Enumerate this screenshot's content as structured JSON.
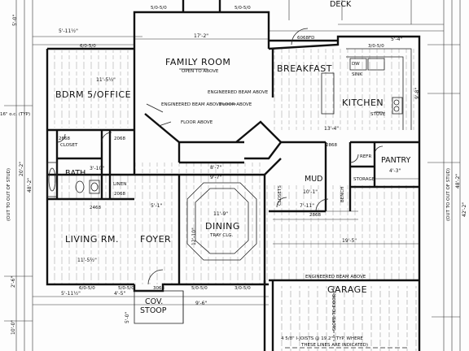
{
  "rooms": {
    "deck": "DECK",
    "family_room": "FAMILY ROOM",
    "breakfast": "BREAKFAST",
    "bdrm5_office": "BDRM 5/OFFICE",
    "kitchen": "KITCHEN",
    "bath": "BATH",
    "closet": "CLOSET",
    "linen": "LINEN",
    "mud": "MUD",
    "pantry": "PANTRY",
    "storage": "STORAGE",
    "living_rm": "LIVING RM.",
    "foyer": "FOYER",
    "dining": "DINING",
    "garage": "GARAGE",
    "cov_stoop_1": "COV.",
    "cov_stoop_2": "STOOP"
  },
  "notes": {
    "open_to_above": "OPEN TO ABOVE",
    "engineered_beam_above_1": "ENGINEERED BEAM ABOVE",
    "engineered_beam_above_2": "ENGINEERED BEAM ABOVE",
    "floor_above_1": "FLOOR ABOVE",
    "floor_above_2": "FLOOR ABOVE",
    "engineered_beam_above_garage": "ENGINEERED BEAM ABOVE",
    "tray_clg": "TRAY CLG.",
    "sink": "SINK",
    "dw": "DW",
    "stove": "STOVE",
    "refr": "REFR",
    "closets": "CLOSETS",
    "bench": "BENCH",
    "slope_to_door": "SLOPE TO DOOR",
    "joist_note_1": "4 5/8\" I-JOISTS @ 19.2\" (TYP. WHERE",
    "joist_note_2": "THESE LINES ARE INDICATED)",
    "typ_note": "16\" o.c. (TYP)",
    "out_to_out_1": "(OUT TO OUT OF STUD)",
    "out_to_out_2": "(OUT TO OUT OF STUD)"
  },
  "dimensions": {
    "top_5_0": "5'-0\"",
    "top_17_2": "17'-2\"",
    "top_5_11": "5'-11½\"",
    "top_5_4": "5'-4\"",
    "bdrm_11": "11'-5½\"",
    "kitchen_width": "13'-4\"",
    "mud_width": "7'-11\"",
    "dining_width": "11'-9\"",
    "foyer_width": "5'-1\"",
    "living_width": "11'-5½\"",
    "garage_width": "19'-5\"",
    "stoop_width": "9'-6\"",
    "stoop_depth": "5'-0\"",
    "bottom_5_11": "5'-11½\"",
    "bottom_4_5": "4'-5\"",
    "dining_depth": "12'-10\"",
    "family_depth": "8'-7\"",
    "family_w2": "9'-7\"",
    "right_48": "48'-2\"",
    "right_42": "42'-2\"",
    "left_20": "20'-2\"",
    "left_48": "48'-2\"",
    "left_10": "10'-0\"",
    "left_2_6": "2'-6\"",
    "bath_dim": "3'-10\"",
    "mud_depth": "10'-1\"",
    "pantry_dim": "4'-3\"",
    "kitchen_depth": "9'-8\""
  },
  "windows": {
    "w_family_l": "5/0-5/0",
    "w_family_r": "5/0-5/0",
    "w_bdrm": "6/0-5/0",
    "w_breakfast": "6068FD",
    "w_kitchen": "3/0-5/0",
    "w_living": "6/0-5/0",
    "w_foyer_l": "5/0-5/0",
    "w_foyer_r": "3/0-5/0",
    "w_dining": "5/0-5/0",
    "d_bath": "2668",
    "d_closet": "2068",
    "d_mud": "2868",
    "d_linen": "2068",
    "d_garage": "2868",
    "d_entry": "3068",
    "d_bath2": "2468"
  }
}
